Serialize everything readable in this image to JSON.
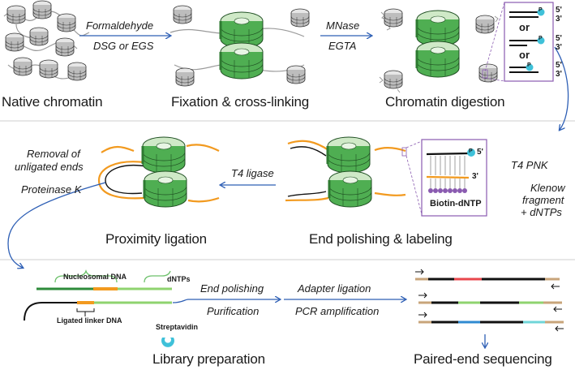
{
  "row1": {
    "stage1": "Native chromatin",
    "arrow1_top": "Formaldehyde",
    "arrow1_bottom": "DSG or EGS",
    "stage2": "Fixation & cross-linking",
    "arrow2_top": "MNase",
    "arrow2_bottom": "EGTA",
    "stage3": "Chromatin digestion",
    "inset": {
      "end5": "5'",
      "end3": "3'",
      "or": "or",
      "phosphate": "P"
    }
  },
  "row2": {
    "right_arrow": [
      "T4 PNK",
      "Klenow",
      "fragment",
      "+ dNTPs"
    ],
    "stage4": "End polishing & labeling",
    "inset_label": "Biotin-dNTP",
    "inset_end5": "5'",
    "inset_end3": "3'",
    "phosphate": "P",
    "arrow_mid": "T4 ligase",
    "stage5": "Proximity ligation",
    "left_notes": [
      "Removal of",
      "unligated ends",
      "Proteinase K"
    ]
  },
  "row3": {
    "nucleosomal_dna": "Nucleosomal DNA",
    "ligated_linker_dna": "Ligated linker DNA",
    "dntps": "dNTPs",
    "streptavidin": "Streptavidin",
    "arrow1_top": "End polishing",
    "arrow1_bottom": "Purification",
    "arrow2_top": "Adapter ligation",
    "arrow2_bottom": "PCR amplification",
    "stage6": "Library preparation",
    "stage7": "Paired-end sequencing"
  },
  "colors": {
    "nucleosome_green": "#3a9a3e",
    "nucleosome_light": "#cfe9c7",
    "nucleosome_gray": "#9a9a9a",
    "arrow_blue": "#2e5fb5",
    "linker_orange": "#f29a1f",
    "inset_purple": "#8a5bb0",
    "phosphate_cyan": "#3fc1d9",
    "adapter_tan": "#c8a47a",
    "read_red": "#e8464c",
    "read_green": "#6cc06a",
    "read_blue": "#2f8ad1",
    "read_cyan": "#6fd5d8"
  }
}
